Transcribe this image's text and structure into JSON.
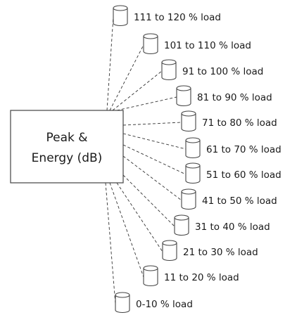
{
  "center": {
    "label_line1": "Peak &",
    "label_line2": "Energy (dB)"
  },
  "items": [
    {
      "label": "111 to 120 % load"
    },
    {
      "label": "101 to 110 % load"
    },
    {
      "label": "91 to 100 % load"
    },
    {
      "label": "81 to 90 % load"
    },
    {
      "label": "71 to 80 % load"
    },
    {
      "label": "61 to 70 % load"
    },
    {
      "label": "51 to 60 % load"
    },
    {
      "label": "41 to 50 % load"
    },
    {
      "label": "31 to 40 % load"
    },
    {
      "label": "21 to 30 % load"
    },
    {
      "label": "11 to 20 % load"
    },
    {
      "label": "0-10 % load"
    }
  ]
}
